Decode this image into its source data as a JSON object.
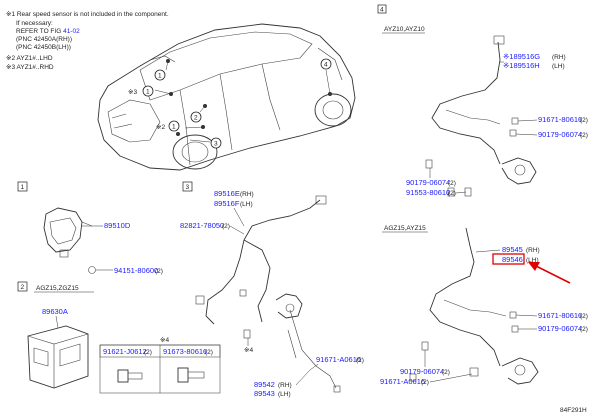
{
  "notes": {
    "note1_line1": "※1 Rear speed sensor is not included in the component.",
    "note1_line2": "If necessary:",
    "note1_line3_prefix": "REFER TO FIG",
    "note1_fig": "41-02",
    "note1_line4": "(PNC 42450A(RH))",
    "note1_line5": "(PNC 42450B(LH))",
    "note2": "※2 AYZ1#..LHD",
    "note3": "※3 AYZ1#..RHD"
  },
  "sections": {
    "s1": "1",
    "s2": "2",
    "s3": "3",
    "s4": "4",
    "s2_variant": "AGZ15,ZGZ15",
    "s4_variant_a": "AYZ10,AYZ10",
    "s4_variant_b": "AGZ15,AYZ15"
  },
  "callouts": {
    "c1": "1",
    "c2": "2",
    "c3": "3",
    "c4": "4",
    "c3_prefix": "※3",
    "c2_prefix": "※2"
  },
  "parts": {
    "p89510D": "89510D",
    "p94151": "94151-80600",
    "p94151_qty": "(2)",
    "p89630A": "89630A",
    "s4_tag": "※4",
    "p91621": "91621-J0612",
    "p91621_qty": "(2)",
    "p91673": "91673-80616",
    "p91673_qty": "(2)",
    "p89516E": "89516E",
    "p89516E_side": "(RH)",
    "p89516F": "89516F",
    "p89516F_side": "(LH)",
    "p82821": "82821-78050",
    "p82821_qty": "(2)",
    "p91671a": "91671-A0616",
    "p91671a_qty": "(2)",
    "p89542": "89542",
    "p89542_side": "(RH)",
    "p89543": "89543",
    "p89543_side": "(LH)",
    "s3_tag": "※4",
    "p89516G": "※189516G",
    "p89516G_side": "(RH)",
    "p89516H": "※189516H",
    "p89516H_side": "(LH)",
    "p91671b": "91671-80616",
    "p91671b_qty": "(2)",
    "p90179a": "90179-06074",
    "p90179a_qty": "(2)",
    "p90179b": "90179-06074",
    "p90179b_qty": "(2)",
    "p91553": "91553-80610",
    "p91553_qty": "(2)",
    "p89545": "89545",
    "p89545_side": "(RH)",
    "p89546": "89546",
    "p89546_side": "(LH)",
    "p91671c": "91671-80616",
    "p91671c_qty": "(2)",
    "p90179c": "90179-06074",
    "p90179c_qty": "(2)",
    "p90179d": "90179-06074",
    "p90179d_qty": "(2)",
    "p91671d": "91671-A0616",
    "p91671d_qty": "(2)"
  },
  "figure_id": "84F291H",
  "colors": {
    "part_link": "#1a1aff",
    "highlight": "#e00000",
    "line": "#333333"
  }
}
